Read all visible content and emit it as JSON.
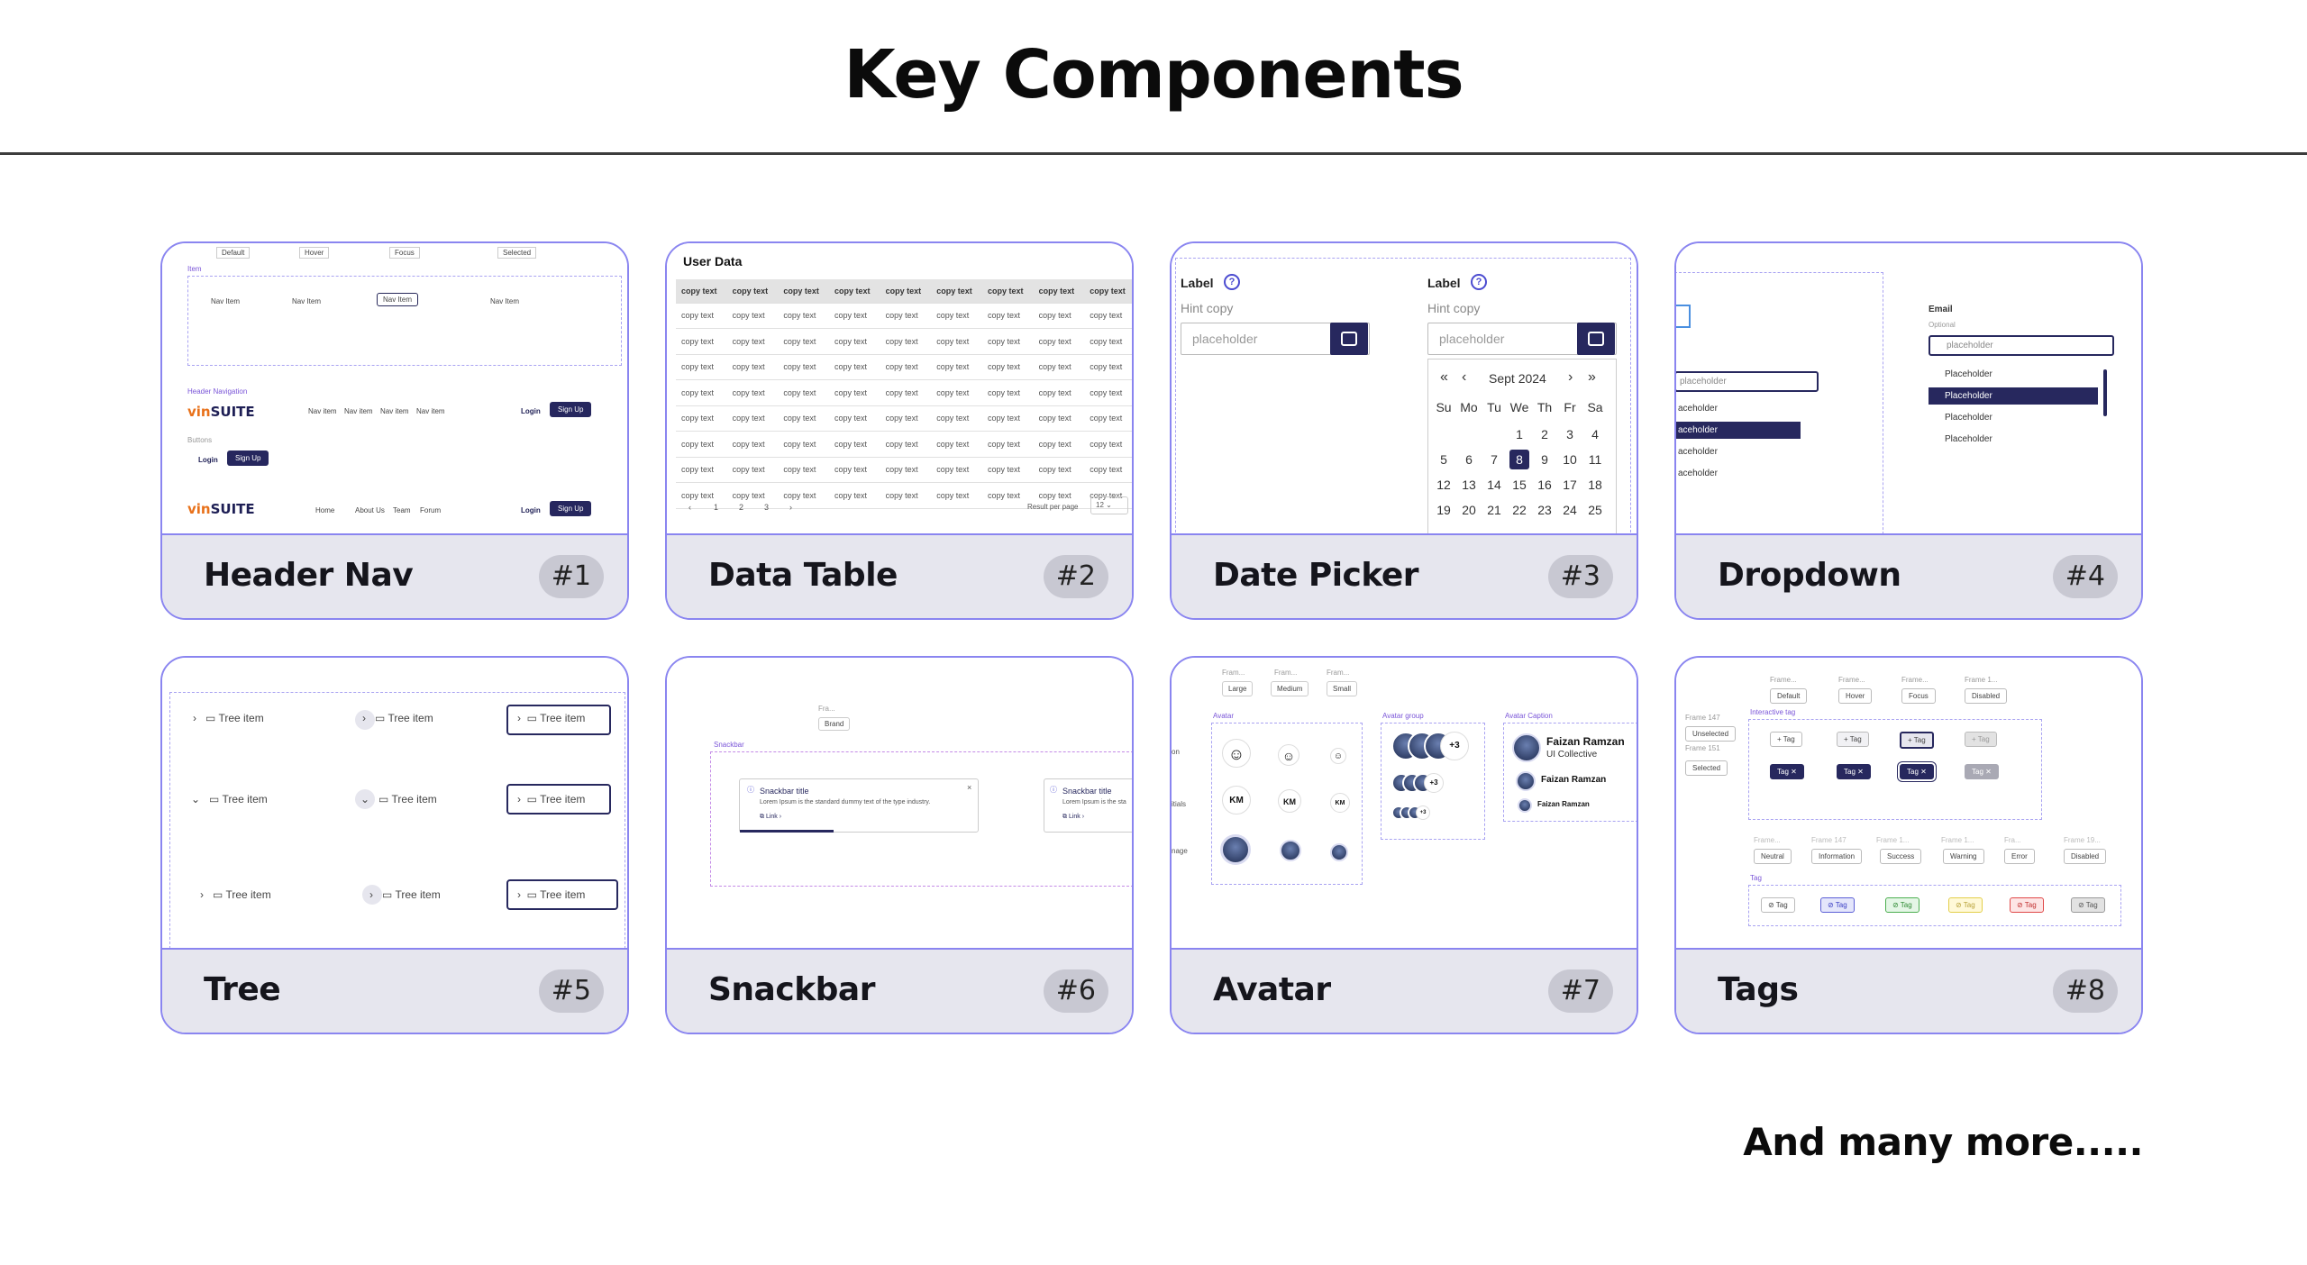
{
  "title": "Key Components",
  "footer_note": "And many more.....",
  "cards": [
    {
      "name": "Header Nav",
      "num": "#1"
    },
    {
      "name": "Data Table",
      "num": "#2"
    },
    {
      "name": "Date Picker",
      "num": "#3"
    },
    {
      "name": "Dropdown",
      "num": "#4"
    },
    {
      "name": "Tree",
      "num": "#5"
    },
    {
      "name": "Snackbar",
      "num": "#6"
    },
    {
      "name": "Avatar",
      "num": "#7"
    },
    {
      "name": "Tags",
      "num": "#8"
    }
  ],
  "header_nav": {
    "states": [
      "Default",
      "Hover",
      "Focus",
      "Selected"
    ],
    "section_item": "Item",
    "nav_item": "Nav Item",
    "nav_item_lower": "Nav item",
    "section_header": "Header Navigation",
    "logo_prefix": "vin",
    "logo_suffix": "SUITE",
    "login": "Login",
    "signup": "Sign Up",
    "buttons_label": "Buttons",
    "links": [
      "Home",
      "About Us",
      "Team",
      "Forum"
    ]
  },
  "data_table": {
    "title": "User Data",
    "header_cell": "copy text",
    "cell": "copy text",
    "pages": [
      "1",
      "2",
      "3"
    ],
    "result_label": "Result per page",
    "result_value": "12"
  },
  "date_picker": {
    "label": "Label",
    "hint": "Hint copy",
    "placeholder": "placeholder",
    "month": "Sept 2024",
    "weekdays": [
      "Su",
      "Mo",
      "Tu",
      "We",
      "Th",
      "Fr",
      "Sa"
    ],
    "rows": [
      [
        "",
        "",
        "",
        "1",
        "2",
        "3",
        "4"
      ],
      [
        "5",
        "6",
        "7",
        "8",
        "9",
        "10",
        "11"
      ],
      [
        "12",
        "13",
        "14",
        "15",
        "16",
        "17",
        "18"
      ],
      [
        "19",
        "20",
        "21",
        "22",
        "23",
        "24",
        "25"
      ]
    ],
    "selected": "8"
  },
  "dropdown": {
    "email_label": "Email",
    "optional": "Optional",
    "placeholder": "placeholder",
    "option": "Placeholder",
    "left_option": "aceholder",
    "left_placeholder": "placeholder"
  },
  "tree": {
    "item": "Tree item"
  },
  "snackbar": {
    "frame_label": "Fra...",
    "brand": "Brand",
    "section": "Snackbar",
    "title": "Snackbar title",
    "body": "Lorem Ipsum is the standard dummy text of the type industry.",
    "body_cut": "Lorem Ipsum is the sta",
    "link": "Link"
  },
  "avatar": {
    "frame_label": "Fram...",
    "sizes": [
      "Large",
      "Medium",
      "Small"
    ],
    "section": "Avatar",
    "group_section": "Avatar group",
    "caption_section": "Avatar Caption",
    "initials": "KM",
    "extra": "+3",
    "name": "Faizan Ramzan",
    "org": "UI Collective",
    "left_labels": [
      "on",
      "itials",
      "nage"
    ]
  },
  "tags": {
    "frame_label": "Frame...",
    "frame_label_2": "Frame 1...",
    "frame_147": "Frame 147",
    "frame_151": "Frame 151",
    "frame_fra": "Fra...",
    "frame_19": "Frame 19...",
    "states": [
      "Default",
      "Hover",
      "Focus",
      "Disabled"
    ],
    "left_states": [
      "Unselected",
      "Selected"
    ],
    "section_interactive": "Interactive tag",
    "tag": "Tag",
    "statuses": [
      "Neutral",
      "Information",
      "Success",
      "Warning",
      "Error",
      "Disabled"
    ],
    "section_tag": "Tag"
  },
  "colors": {
    "accent": "#8a85f0",
    "navy": "#27285e",
    "footer": "#e6e6ee",
    "badge": "#c8c8d2",
    "brand_orange": "#e8711a"
  }
}
